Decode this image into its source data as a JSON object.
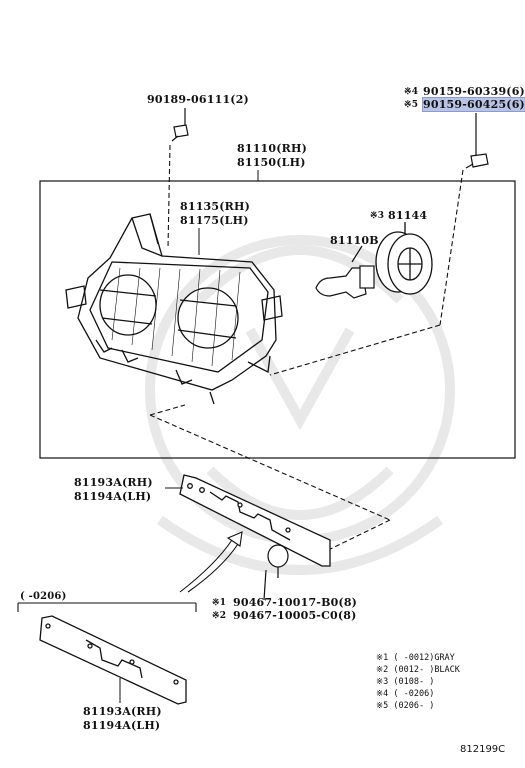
{
  "labels": {
    "screw_top": "90189-06111(2)",
    "screw_right_1": "90159-60339(6)",
    "screw_right_2": "90159-60425(6)",
    "screw_right_mark_1": "※4",
    "screw_right_mark_2": "※5",
    "headlamp_rh": "81110(RH)",
    "headlamp_lh": "81150(LH)",
    "lens_rh": "81135(RH)",
    "lens_lh": "81175(LH)",
    "socket_mark": "※3",
    "socket": "81144",
    "bulb": "81110B",
    "bracket_rh": "81193A(RH)",
    "bracket_lh": "81194A(LH)",
    "range_label": "(    -0206)",
    "clip_mark_1": "※1",
    "clip_1": "90467-10017-B0(8)",
    "clip_mark_2": "※2",
    "clip_2": "90467-10005-C0(8)",
    "bracket2_rh": "81193A(RH)",
    "bracket2_lh": "81194A(LH)",
    "diagram_code": "812199C"
  },
  "notes": [
    {
      "mark": "※1",
      "text": "(    -0012)GRAY"
    },
    {
      "mark": "※2",
      "text": "(0012-    )BLACK"
    },
    {
      "mark": "※3",
      "text": "(0108-     )"
    },
    {
      "mark": "※4",
      "text": "(    -0206)"
    },
    {
      "mark": "※5",
      "text": "(0206-    )"
    }
  ],
  "colors": {
    "highlight": "#b9c3e6",
    "line": "#111111",
    "watermark": "#e6e6e6"
  }
}
